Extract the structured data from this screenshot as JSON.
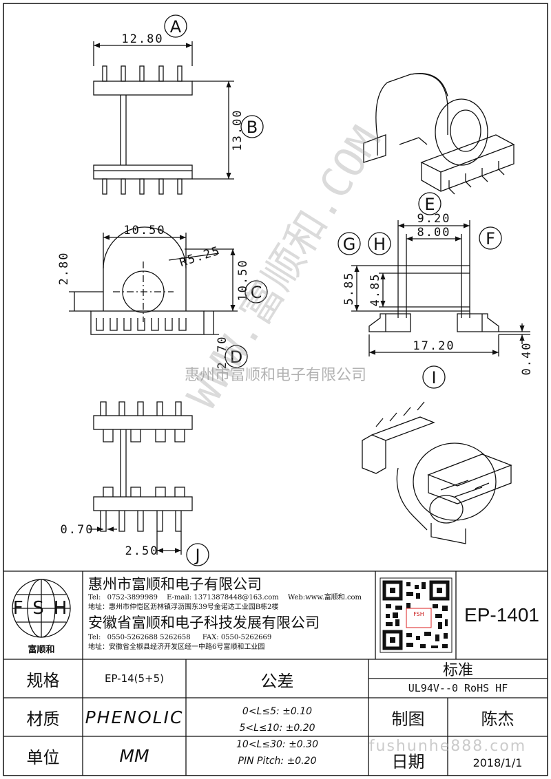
{
  "drawing": {
    "circle_labels": {
      "a": "A",
      "b": "B",
      "c": "C",
      "d": "D",
      "e": "E",
      "f": "F",
      "g": "G",
      "h": "H",
      "i": "I",
      "j": "J"
    },
    "dims": {
      "width_top": "12.80",
      "height_side": "13.00",
      "flange_width": "10.50",
      "radius": "R5.25",
      "core_height": "10.50",
      "offset_top": "2.80",
      "base_height": "2.70",
      "outer_width": "9.20",
      "inner_width": "8.00",
      "depth_outer": "5.85",
      "depth_inner": "4.85",
      "overall_length": "17.20",
      "pin_height": "0.40",
      "pin_width": "0.70",
      "pin_pitch": "2.50"
    },
    "watermark_company": "惠州市富顺和电子有限公司",
    "watermark_diag": "WWW.富顺和.COM"
  },
  "title_block": {
    "logo": {
      "letters": "FSH",
      "caption": "富顺和"
    },
    "company1": {
      "name": "惠州市富顺和电子有限公司",
      "tel_label": "Tel:",
      "tel": "0752-3899989",
      "email": "E-mail: 13713878448@163.com",
      "web": "Web:www.富顺和.com",
      "addr": "地址：惠州市仲恺区沥林镇浮沥围东39号金诺达工业园B栋2楼"
    },
    "company2": {
      "name": "安徽省富顺和电子科技发展有限公司",
      "tel_label": "Tel:",
      "tel": "0550-5262688  5262658",
      "fax": "FAX: 0550-5262669",
      "addr": "地址：安徽省全椒县经济开发区经一中路6号富顺和工业园"
    },
    "qr_caption": "FSH",
    "part_no": "EP-1401",
    "spec_label": "规格",
    "spec_value": "EP-14(5+5)",
    "material_label": "材质",
    "material_value": "PHENOLIC",
    "unit_label": "单位",
    "unit_value": "MM",
    "tol_label": "公差",
    "tolerances": [
      "0<L≤5: ±0.10",
      "5<L≤10: ±0.20",
      "10<L≤30: ±0.30",
      "PIN Pitch: ±0.20"
    ],
    "std_label": "标准",
    "std_value": "UL94V--0  RoHS HF",
    "draw_label": "制图",
    "draw_value": "陈杰",
    "date_label": "日期",
    "date_value": "2018/1/1",
    "website": "fushunhe888.com"
  }
}
